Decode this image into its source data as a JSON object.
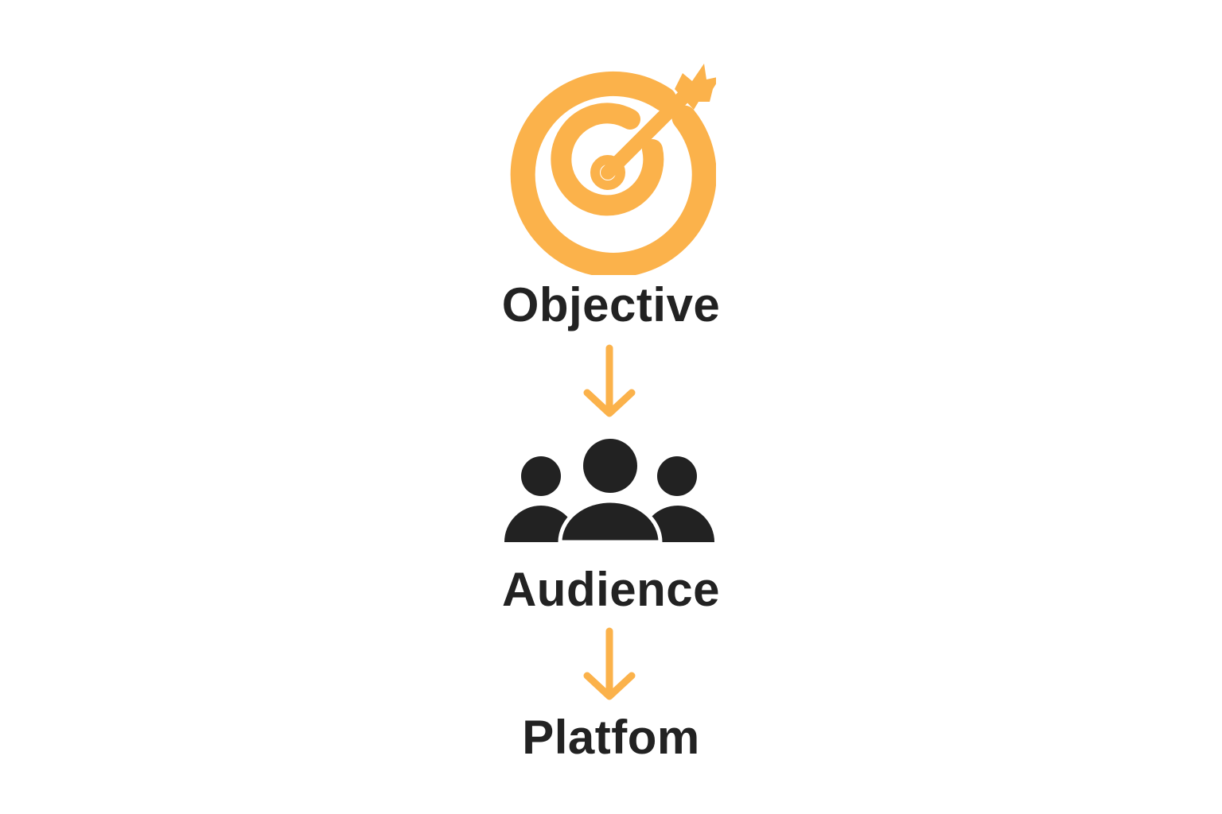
{
  "colors": {
    "accent": "#FBB24B",
    "text": "#222222",
    "background": "#FFFFFF"
  },
  "steps": [
    {
      "label": "Objective",
      "icon": "target-arrow-icon"
    },
    {
      "label": "Audience",
      "icon": "people-group-icon"
    },
    {
      "label": "Platfom",
      "icon": ""
    }
  ],
  "connectors": [
    "arrow-down-icon",
    "arrow-down-icon"
  ]
}
